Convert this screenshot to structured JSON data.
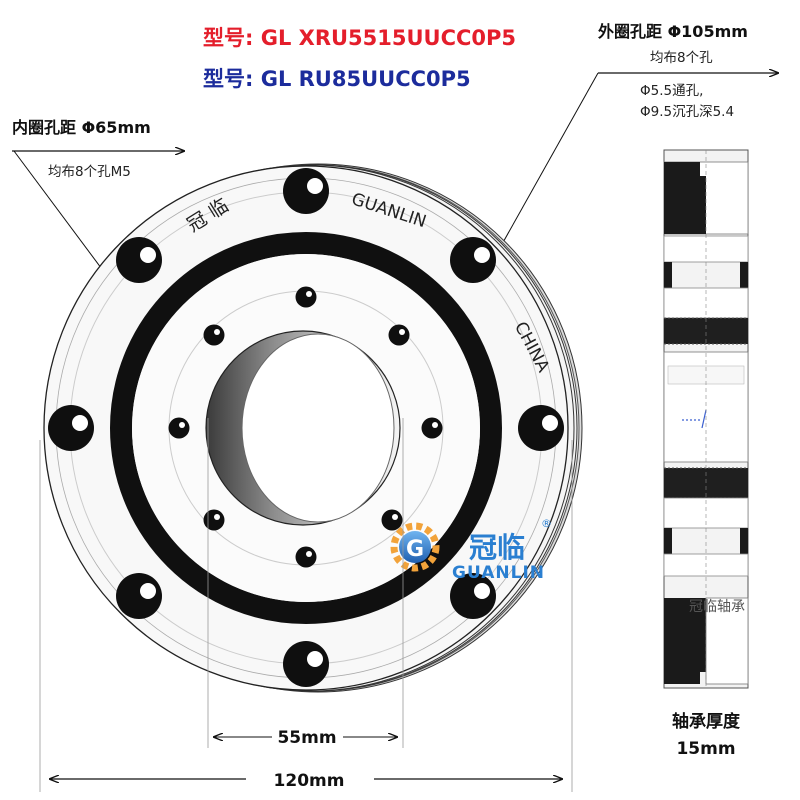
{
  "model_lines": {
    "model_1": "型号: GL XRU5515UUCC0P5",
    "model_2": "型号: GL RU85UUCC0P5"
  },
  "inner_ring": {
    "title": "内圈孔距  Φ65mm",
    "holes_note": "均布8个孔M5"
  },
  "outer_ring": {
    "title": "外圈孔距  Φ105mm",
    "holes_note": "均布8个孔",
    "through_hole": "Φ5.5通孔,",
    "counterbore": "Φ9.5沉孔深5.4"
  },
  "engravings": {
    "brand_cn": "冠 临",
    "brand_en": "GUANLIN",
    "country": "CHINA"
  },
  "logo": {
    "name_cn": "冠临",
    "name_en": "GUANLIN",
    "registered": "®",
    "brand_color": "#2a7fd1",
    "accent_color": "#f2a33a"
  },
  "watermark": "冠临轴承",
  "dimensions": {
    "bore": "55mm",
    "outer_diameter": "120mm",
    "thickness_label": "轴承厚度",
    "thickness_value": "15mm"
  }
}
